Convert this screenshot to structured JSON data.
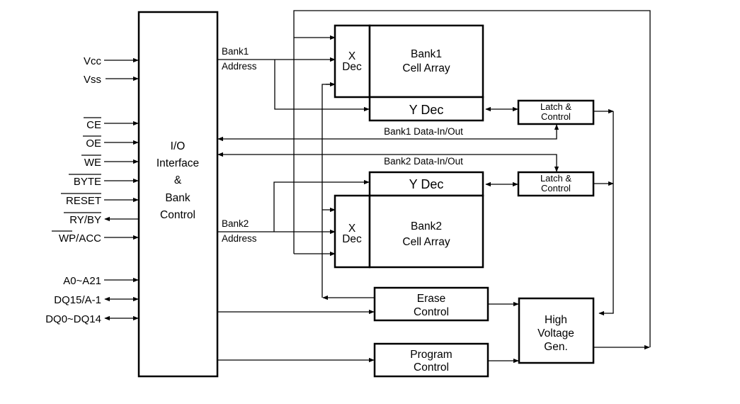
{
  "diagram": {
    "title": "Flash Memory Block Diagram",
    "pins_left": [
      {
        "name": "Vcc",
        "dir": "in",
        "overline": ""
      },
      {
        "name": "Vss",
        "dir": "in",
        "overline": ""
      },
      {
        "name": "CE",
        "dir": "in",
        "overline": "CE"
      },
      {
        "name": "OE",
        "dir": "in",
        "overline": "OE"
      },
      {
        "name": "WE",
        "dir": "in",
        "overline": "WE"
      },
      {
        "name": "BYTE",
        "dir": "in",
        "overline": "BYTE"
      },
      {
        "name": "RESET",
        "dir": "in",
        "overline": "RESET"
      },
      {
        "name": "RY/BY",
        "dir": "out",
        "overline": "RY/BY"
      },
      {
        "name": "WP/ACC",
        "dir": "in",
        "overline": "WP"
      },
      {
        "name": "A0~A21",
        "dir": "in",
        "overline": ""
      },
      {
        "name": "DQ15/A-1",
        "dir": "bidir",
        "overline": ""
      },
      {
        "name": "DQ0~DQ14",
        "dir": "bidir",
        "overline": ""
      }
    ],
    "io_block": {
      "lines": [
        "I/O",
        "Interface",
        "&",
        "Bank",
        "Control"
      ]
    },
    "bank1": {
      "address_label": [
        "Bank1",
        "Address"
      ],
      "xdec": [
        "X",
        "Dec"
      ],
      "cell_array": [
        "Bank1",
        "Cell Array"
      ],
      "ydec": "Y Dec",
      "latch": [
        "Latch &",
        "Control"
      ],
      "data_bus": "Bank1 Data-In/Out"
    },
    "bank2": {
      "address_label": [
        "Bank2",
        "Address"
      ],
      "xdec": [
        "X",
        "Dec"
      ],
      "cell_array": [
        "Bank2",
        "Cell Array"
      ],
      "ydec": "Y Dec",
      "latch": [
        "Latch &",
        "Control"
      ],
      "data_bus": "Bank2 Data-In/Out"
    },
    "erase_control": [
      "Erase",
      "Control"
    ],
    "program_control": [
      "Program",
      "Control"
    ],
    "high_voltage": [
      "High",
      "Voltage",
      "Gen."
    ]
  }
}
